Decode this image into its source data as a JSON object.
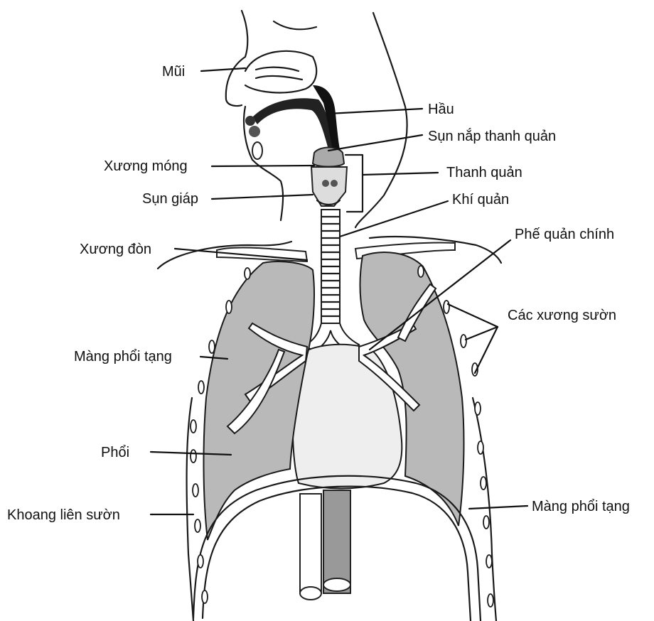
{
  "diagram": {
    "labels": {
      "mui": "Mũi",
      "hau": "Hầu",
      "sun_nap": "Sụn nắp thanh quản",
      "xuong_mong": "Xương móng",
      "thanh_quan": "Thanh quản",
      "sun_giap": "Sụn giáp",
      "khi_quan": "Khí quản",
      "xuong_don": "Xương đòn",
      "phe_quan_chinh": "Phế quản chính",
      "cac_xuong_suon": "Các xương sườn",
      "mang_phoi_tang_left": "Màng phổi tạng",
      "phoi": "Phổi",
      "khoang_lien_suon": "Khoang liên sườn",
      "mang_phoi_tang_right": "Màng phổi tạng"
    }
  }
}
